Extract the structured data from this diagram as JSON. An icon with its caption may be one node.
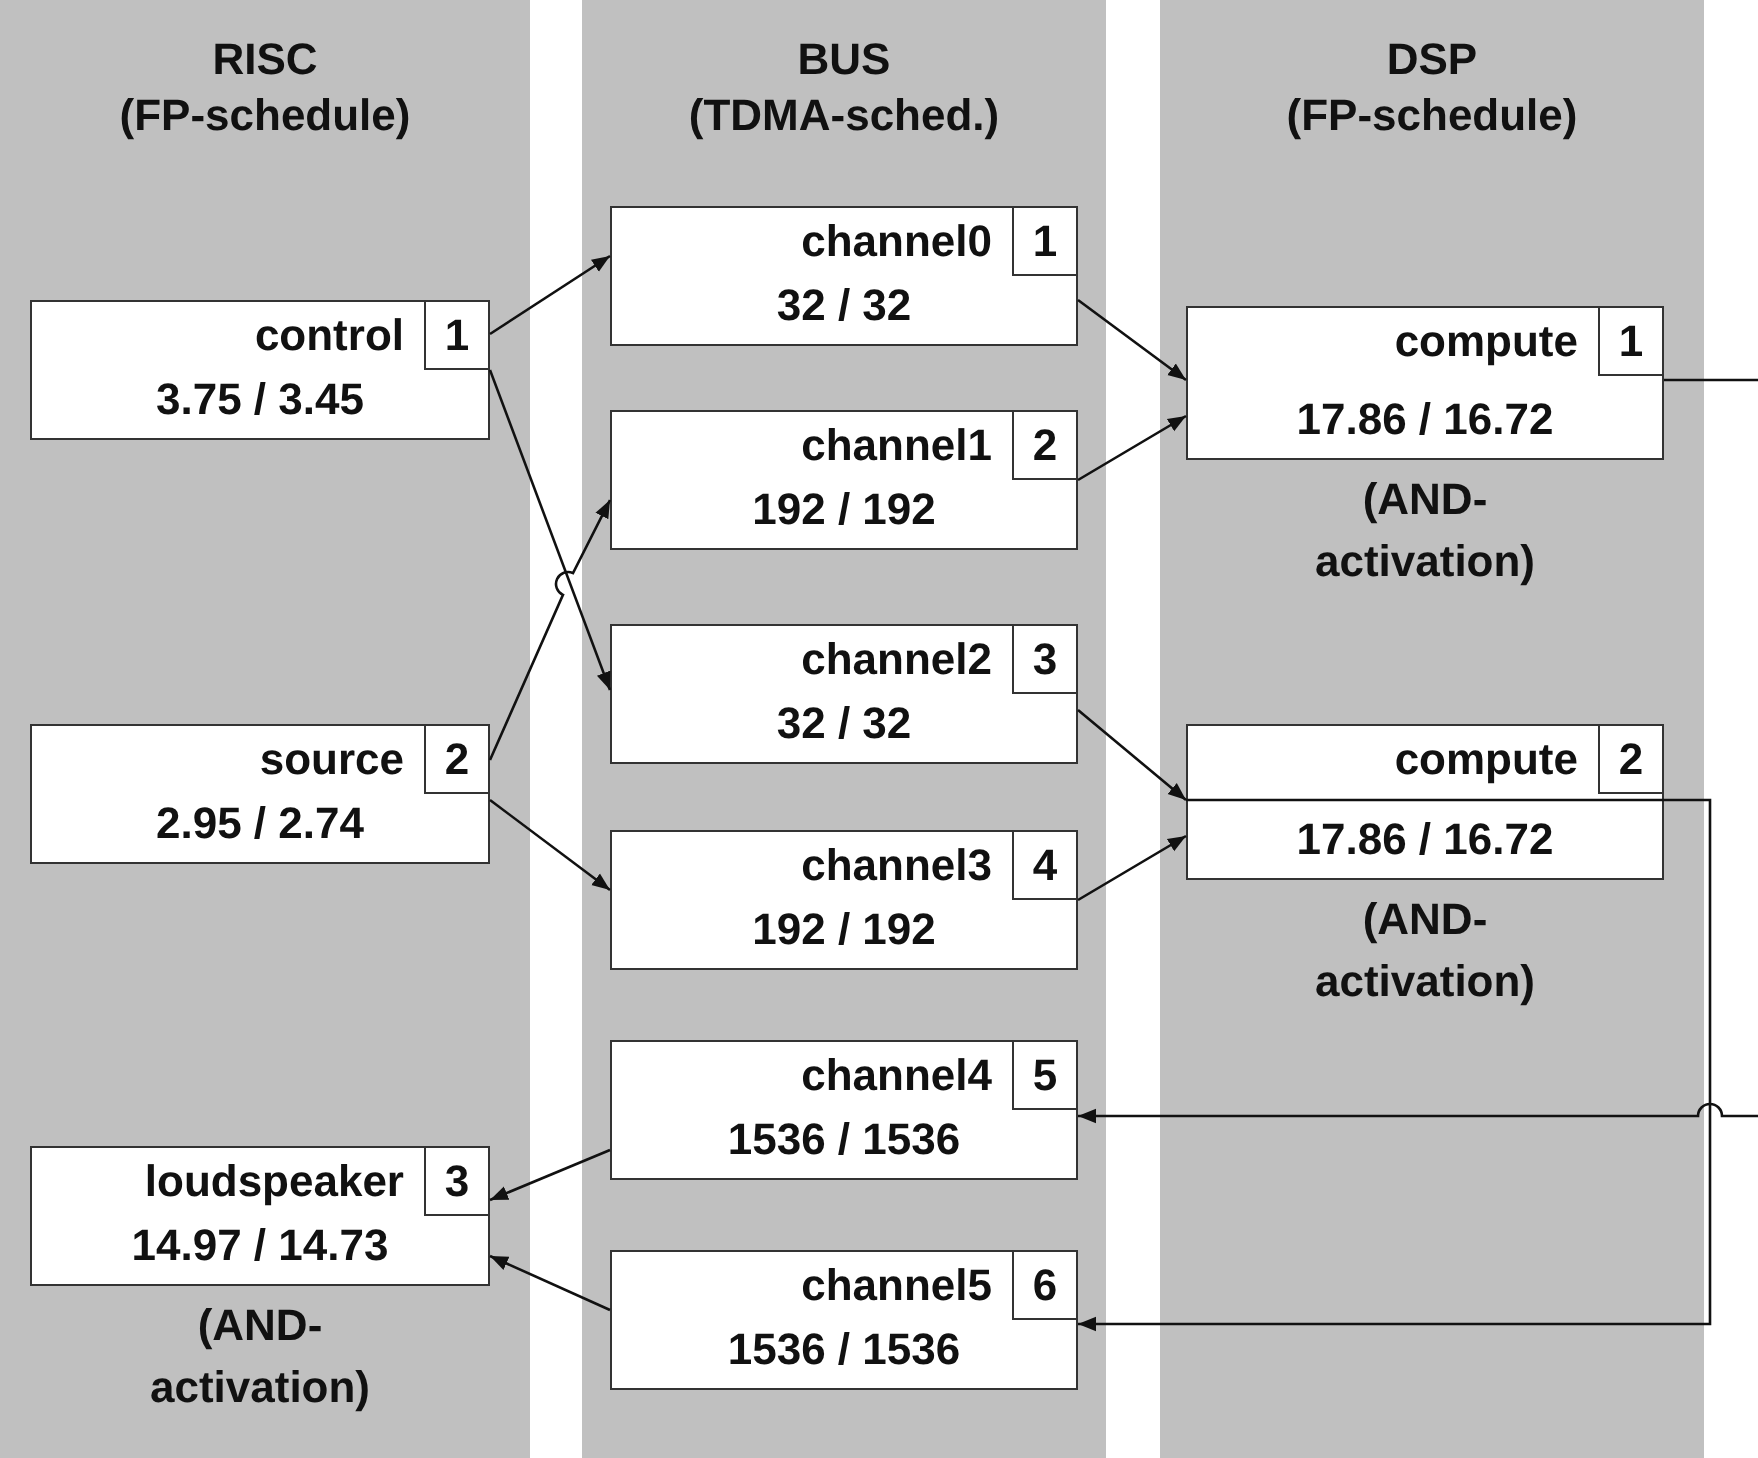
{
  "diagram": {
    "nodes": [
      {
        "text": [
          "RISC",
          "(FP-schedule)"
        ]
      },
      {
        "text": [
          "BUS",
          "(TDMA-sched.)"
        ]
      },
      {
        "text": [
          "DSP",
          "(FP-schedule)"
        ]
      },
      {
        "text": [
          "control",
          "1",
          "3.75 / 3.45"
        ],
        "in": 0
      },
      {
        "text": [
          "source",
          "2",
          "2.95 / 2.74"
        ],
        "in": 0
      },
      {
        "text": [
          "loudspeaker",
          "3",
          "14.97 / 14.73"
        ],
        "in": 0,
        "beside": [
          "(AND- activation)"
        ]
      },
      {
        "text": [
          "channel0",
          "1",
          "32 / 32"
        ],
        "in": 1
      },
      {
        "text": [
          "channel1",
          "2",
          "192 / 192"
        ],
        "in": 1
      },
      {
        "text": [
          "channel2",
          "3",
          "32 / 32"
        ],
        "in": 1
      },
      {
        "text": [
          "channel3",
          "4",
          "192 / 192"
        ],
        "in": 1
      },
      {
        "text": [
          "channel4",
          "5",
          "1536 / 1536"
        ],
        "in": 1
      },
      {
        "text": [
          "channel5",
          "6",
          "1536 / 1536"
        ],
        "in": 1
      },
      {
        "text": [
          "compute",
          "1",
          "17.86 / 16.72"
        ],
        "in": 2,
        "beside": [
          "(AND- activation)"
        ]
      },
      {
        "text": [
          "compute",
          "2",
          "17.86 / 16.72"
        ],
        "in": 2,
        "beside": [
          "(AND- activation)"
        ]
      }
    ],
    "edges": [
      {
        "from": 3,
        "to": 6,
        "arrow": "to"
      },
      {
        "from": 3,
        "to": 8,
        "arrow": "to"
      },
      {
        "from": 4,
        "to": 7,
        "arrow": "to"
      },
      {
        "from": 4,
        "to": 9,
        "arrow": "to"
      },
      {
        "from": 6,
        "to": 12,
        "arrow": "to"
      },
      {
        "from": 7,
        "to": 12,
        "arrow": "to"
      },
      {
        "from": 8,
        "to": 13,
        "arrow": "to"
      },
      {
        "from": 9,
        "to": 13,
        "arrow": "to"
      },
      {
        "from": 12,
        "to": null,
        "arrow": "none"
      },
      {
        "from": null,
        "to": 10,
        "arrow": "to"
      },
      {
        "from": 13,
        "to": 11,
        "arrow": "to"
      },
      {
        "from": 10,
        "to": 5,
        "arrow": "to"
      },
      {
        "from": 11,
        "to": 5,
        "arrow": "to"
      }
    ]
  }
}
